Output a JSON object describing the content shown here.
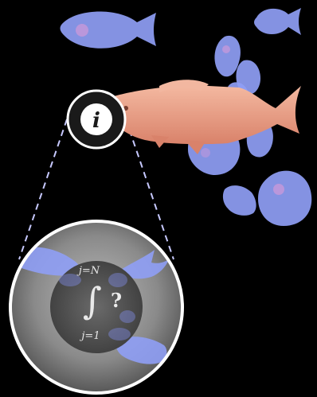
{
  "colors": {
    "background": "#000000",
    "fish_blue": "#8f9ef5",
    "fish_blue_shade": "#6f7fd8",
    "fish_pink_tint": "#e79bd6",
    "highlight_fish": "#e59a7f",
    "highlight_fish_light": "#f2b7a0",
    "dashed_line": "#c7c9ff",
    "badge_bg": "#1a1a1a",
    "badge_ring": "#ffffff",
    "magnifier_ring": "#ffffff",
    "magnifier_fill": "#9a9a9a"
  },
  "badge": {
    "icon": "info-icon",
    "letter": "i"
  },
  "magnifier": {
    "formula": {
      "upper_limit": "j=N",
      "integral_symbol": "∫",
      "lower_limit": "j=1",
      "unknown": "?"
    }
  }
}
